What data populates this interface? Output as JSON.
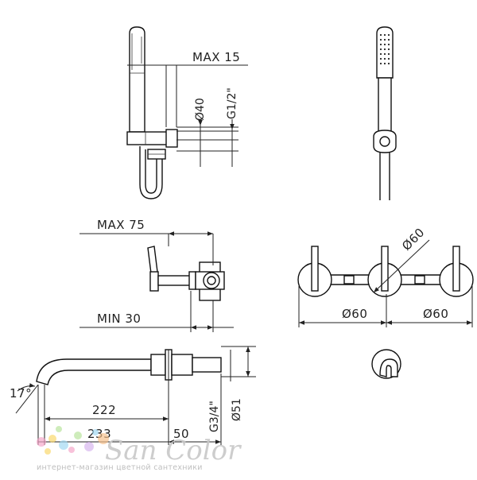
{
  "dimensions": {
    "max_top": "MAX 15",
    "dia_40": "Ø40",
    "g_half": "G1/2\"",
    "max_mid": "MAX 75",
    "min_mid": "MIN 30",
    "dia_60_a": "Ø60",
    "dia_60_b": "Ø60",
    "dia_60_c": "Ø60",
    "angle": "17°",
    "len_222": "222",
    "len_233": "233",
    "len_50": "50",
    "g_three_quarter": "G3/4\"",
    "dia_51": "Ø51"
  },
  "watermark": {
    "brand": "San Color",
    "tagline": "интернет-магазин цветной сантехники",
    "dot_colors": [
      "#f6a6c8",
      "#f9d86a",
      "#9fd8f2",
      "#b7e39b",
      "#d7b4ee",
      "#f7c08a"
    ]
  }
}
